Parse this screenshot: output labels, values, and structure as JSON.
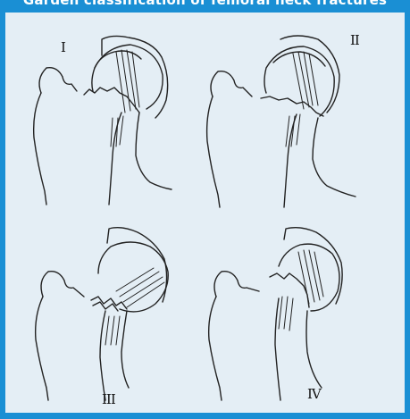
{
  "header": {
    "title": "Garden classification of femoral neck fractures"
  },
  "panels": [
    {
      "label": "I"
    },
    {
      "label": "II"
    },
    {
      "label": "III"
    },
    {
      "label": "IV"
    }
  ],
  "colors": {
    "frame": "#1a8fd4",
    "background": "#e4eef5",
    "ink": "#222222"
  }
}
